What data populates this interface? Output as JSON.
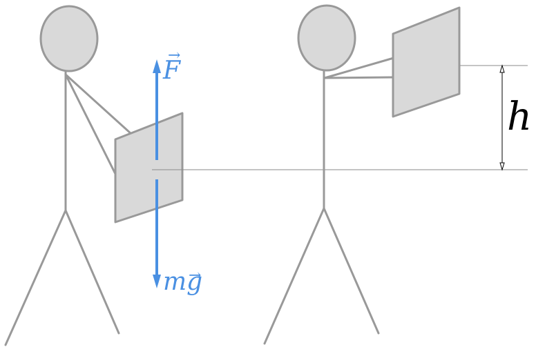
{
  "labels": {
    "force": "F",
    "force_vector_mark": "→",
    "weight": "mg",
    "weight_vector_mark": "→",
    "height": "h"
  },
  "colors": {
    "figure": "#999999",
    "fill": "#d9d9d9",
    "force": "#4a90e2",
    "dimension": "#000000"
  }
}
